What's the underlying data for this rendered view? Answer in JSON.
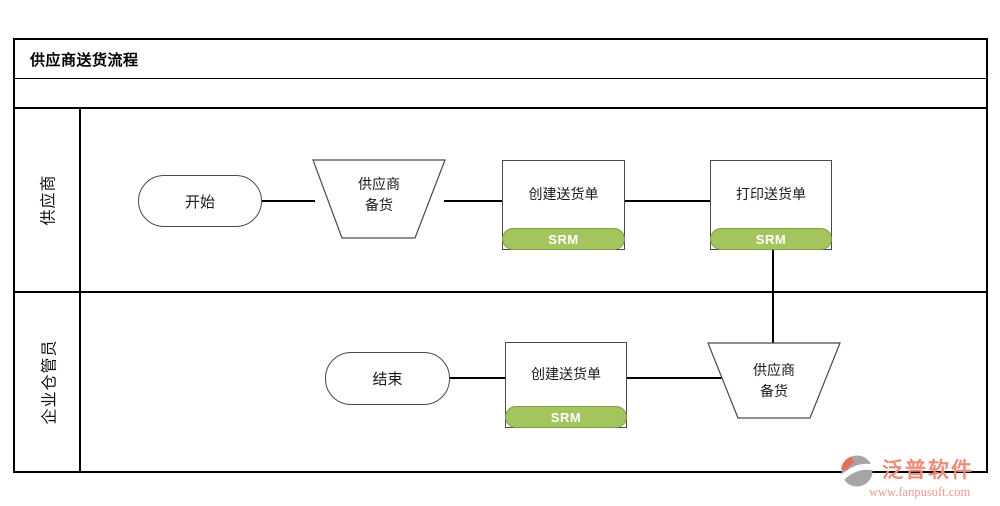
{
  "title": "供应商送货流程",
  "lanes": [
    {
      "label": "供应商"
    },
    {
      "label": "企业仓管员"
    }
  ],
  "nodes": {
    "start": {
      "label": "开始"
    },
    "supplier_prepare_top": {
      "line1": "供应商",
      "line2": "备货"
    },
    "create_delivery_top": {
      "label": "创建送货单",
      "badge": "SRM"
    },
    "print_delivery": {
      "label": "打印送货单",
      "badge": "SRM"
    },
    "supplier_prepare_bottom": {
      "line1": "供应商",
      "line2": "备货"
    },
    "create_delivery_bottom": {
      "label": "创建送货单",
      "badge": "SRM"
    },
    "end": {
      "label": "结束"
    }
  },
  "colors": {
    "badge_fill": "#A4C45E",
    "badge_border": "#7E9E45",
    "badge_text": "#FFFFFF",
    "connector": "#000000",
    "shape_border": "#4A4A4A",
    "watermark_text": "#EF8D7B"
  },
  "watermark": {
    "brand": "泛普软件",
    "url": "www.fanpusoft.com"
  }
}
